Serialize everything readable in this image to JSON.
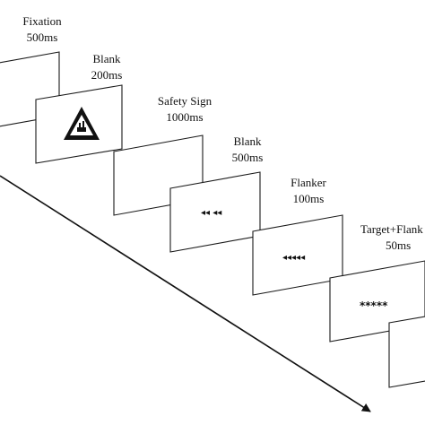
{
  "colors": {
    "frame_stroke": "#1a1a1a",
    "text": "#111111",
    "background": "#ffffff"
  },
  "stages": [
    {
      "id": "fixation",
      "name": "Fixation",
      "duration": "500ms",
      "stimulus": ""
    },
    {
      "id": "blank1",
      "name": "Blank",
      "duration": "200ms",
      "stimulus": ""
    },
    {
      "id": "safety-sign",
      "name": "Safety Sign",
      "duration": "1000ms",
      "stimulus": "warning-triangle-icon"
    },
    {
      "id": "blank2",
      "name": "Blank",
      "duration": "500ms",
      "stimulus": "◂◂  ◂◂"
    },
    {
      "id": "flanker",
      "name": "Flanker",
      "duration": "100ms",
      "stimulus": "◂◂◂◂◂"
    },
    {
      "id": "target-flanker",
      "name": "Target+Flank",
      "duration": "50ms",
      "stimulus": "*****"
    }
  ],
  "icons": {
    "timeline_arrow": "arrow-icon",
    "safety_sign": "warning-triangle-icon"
  }
}
